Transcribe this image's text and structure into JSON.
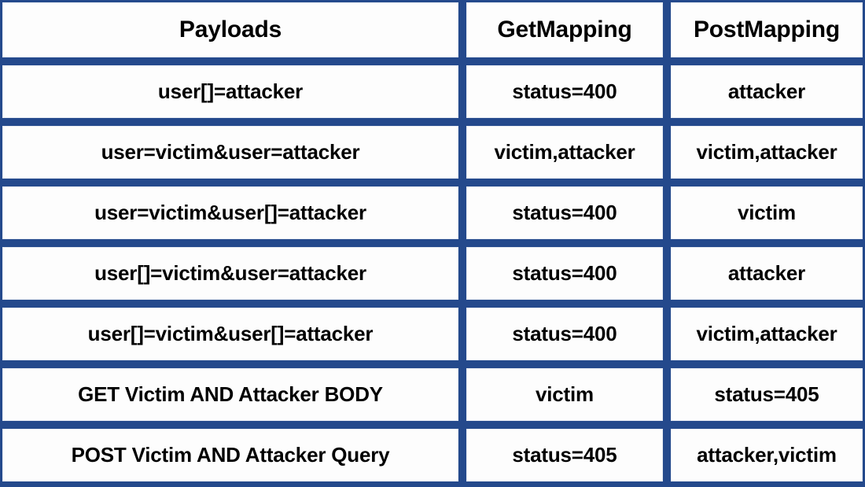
{
  "table": {
    "name": "payload-mapping-results",
    "columns": [
      "Payloads",
      "GetMapping",
      "PostMapping"
    ],
    "rows": [
      {
        "payload": "user[]=attacker",
        "get_mapping": "status=400",
        "post_mapping": "attacker"
      },
      {
        "payload": "user=victim&user=attacker",
        "get_mapping": "victim,attacker",
        "post_mapping": "victim,attacker"
      },
      {
        "payload": "user=victim&user[]=attacker",
        "get_mapping": "status=400",
        "post_mapping": "victim"
      },
      {
        "payload": "user[]=victim&user=attacker",
        "get_mapping": "status=400",
        "post_mapping": "attacker"
      },
      {
        "payload": "user[]=victim&user[]=attacker",
        "get_mapping": "status=400",
        "post_mapping": "victim,attacker"
      },
      {
        "payload": "GET Victim AND Attacker BODY",
        "get_mapping": "victim",
        "post_mapping": "status=405"
      },
      {
        "payload": "POST Victim AND Attacker Query",
        "get_mapping": "status=405",
        "post_mapping": "attacker,victim"
      }
    ]
  },
  "colors": {
    "border": "#24498c",
    "cell_background": "#fdfdfd",
    "text": "#000000"
  }
}
